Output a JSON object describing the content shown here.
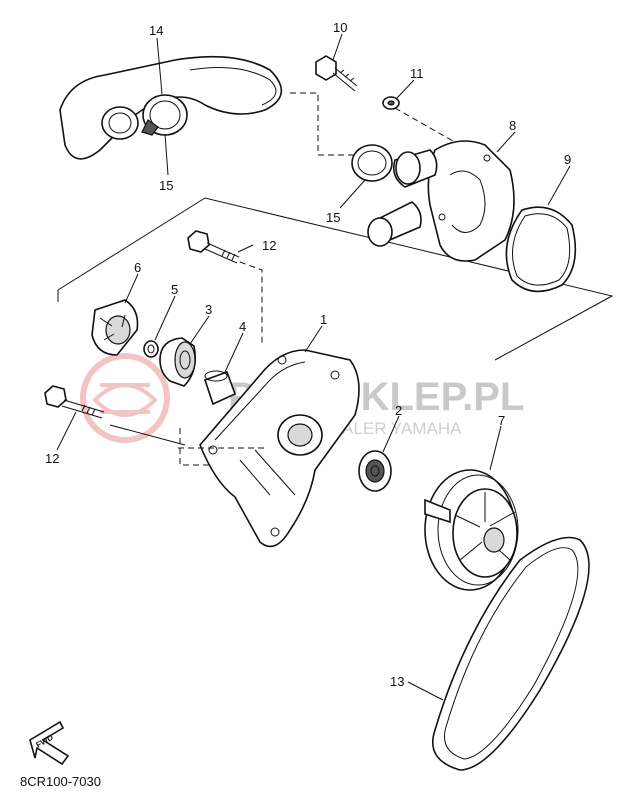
{
  "watermark": {
    "title": "PARTSKLEP.PL",
    "subtitle": "YAMAHA | DEALER YAMAHA"
  },
  "callouts": [
    {
      "id": "c1",
      "label": "1"
    },
    {
      "id": "c2",
      "label": "2"
    },
    {
      "id": "c3",
      "label": "3"
    },
    {
      "id": "c4",
      "label": "4"
    },
    {
      "id": "c5",
      "label": "5"
    },
    {
      "id": "c6",
      "label": "6"
    },
    {
      "id": "c7",
      "label": "7"
    },
    {
      "id": "c8",
      "label": "8"
    },
    {
      "id": "c9",
      "label": "9"
    },
    {
      "id": "c10",
      "label": "10"
    },
    {
      "id": "c11",
      "label": "11"
    },
    {
      "id": "c12a",
      "label": "12"
    },
    {
      "id": "c12b",
      "label": "12"
    },
    {
      "id": "c13",
      "label": "13"
    },
    {
      "id": "c14",
      "label": "14"
    },
    {
      "id": "c15a",
      "label": "15"
    },
    {
      "id": "c15b",
      "label": "15"
    }
  ],
  "fwd_label": "FWD",
  "diagram_code": "8CR100-7030"
}
